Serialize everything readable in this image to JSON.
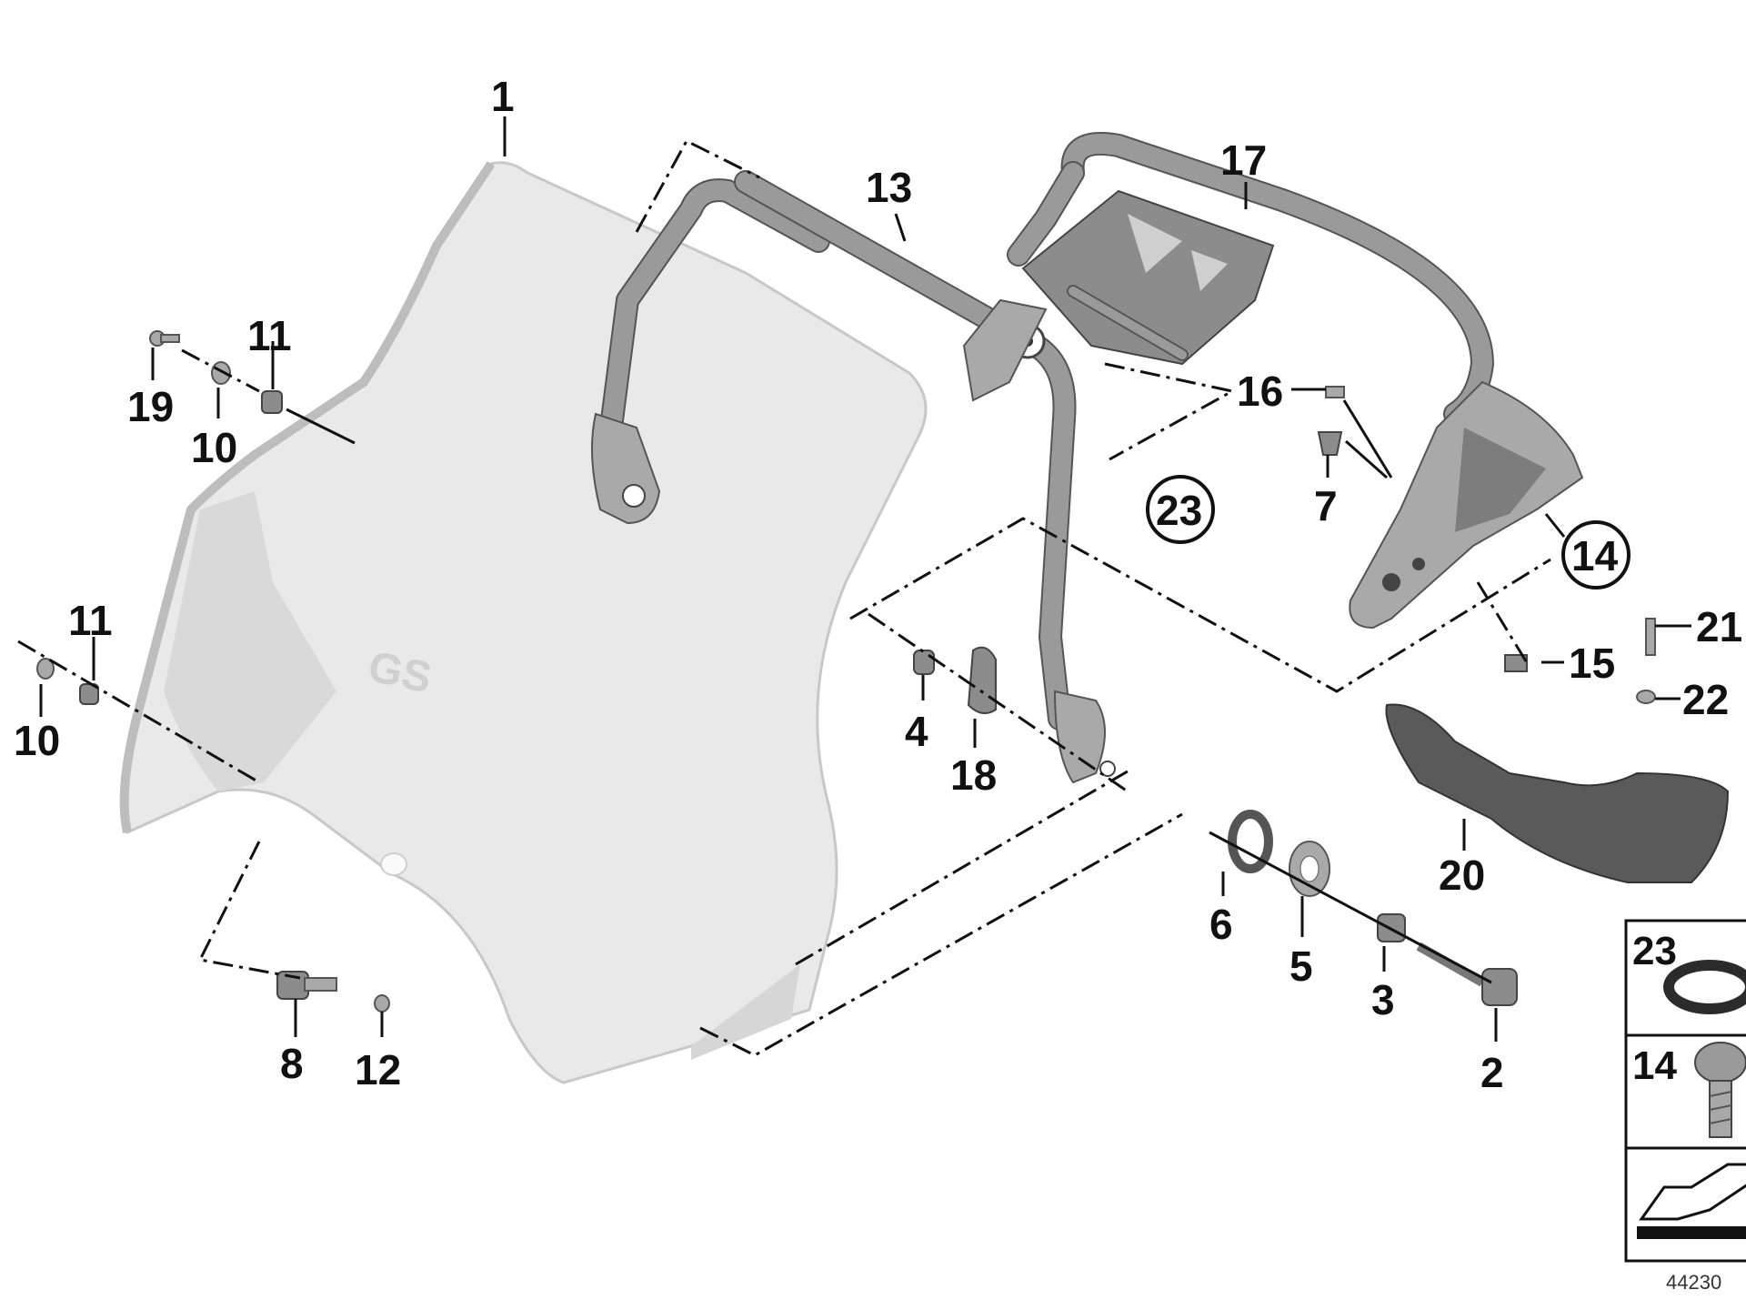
{
  "callouts": {
    "c1": "1",
    "c2": "2",
    "c3": "3",
    "c4": "4",
    "c5": "5",
    "c6": "6",
    "c7": "7",
    "c8": "8",
    "c10a": "10",
    "c10b": "10",
    "c11a": "11",
    "c11b": "11",
    "c12": "12",
    "c13": "13",
    "c14": "14",
    "c15": "15",
    "c16": "16",
    "c17": "17",
    "c18": "18",
    "c19": "19",
    "c20": "20",
    "c21": "21",
    "c22": "22",
    "c23": "23"
  },
  "windscreen_logo": "GS",
  "inset": {
    "row1_label": "23",
    "row2_label": "14"
  },
  "diagram_number": "44230"
}
